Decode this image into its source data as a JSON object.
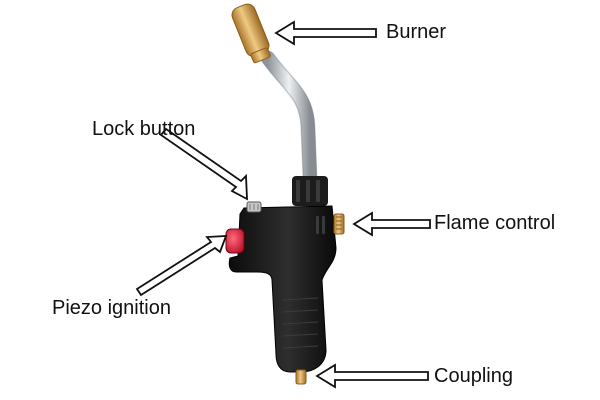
{
  "labels": {
    "burner": "Burner",
    "lock_button": "Lock button",
    "flame_control": "Flame control",
    "piezo_ignition": "Piezo ignition",
    "coupling": "Coupling"
  },
  "colors": {
    "background": "#ffffff",
    "text": "#111111",
    "arrow_fill": "#ffffff",
    "arrow_stroke": "#111111",
    "brass": "#c99a52",
    "steel": "#b9bec4",
    "body": "#1a1a1a",
    "ignition_red": "#e0203a"
  }
}
